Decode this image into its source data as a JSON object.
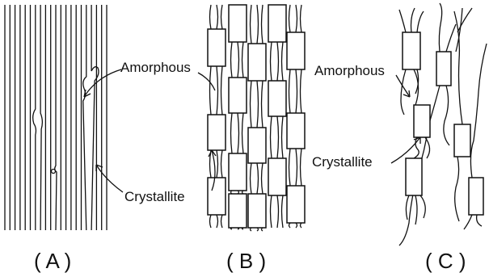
{
  "labels": {
    "a_amorphous": "",
    "a_crystallite": "Crystallite",
    "b_amorphous": "Amorphous",
    "b_crystallite": "Crystallite",
    "c_amorphous": "Amorphous",
    "c_crystallite": "Crystallite"
  },
  "panels": [
    "( A )",
    "( B )",
    "( C )"
  ],
  "a_amorphous_top": "Amorphous"
}
